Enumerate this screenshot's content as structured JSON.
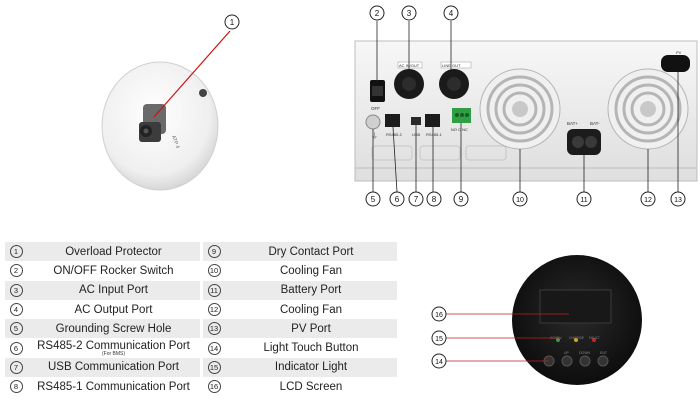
{
  "photo_callouts": [
    "1",
    "2",
    "3",
    "4",
    "5",
    "6",
    "7",
    "8",
    "9",
    "10",
    "11",
    "12",
    "13",
    "14",
    "15",
    "16"
  ],
  "panel_labels": {
    "off": "OFF",
    "ac_in": "AC IN/OUT",
    "ac_out": "LINE OUT",
    "rs485_2": "RS485-2",
    "usb": "USB",
    "rs485_1": "RS485-1",
    "dry": "NO C NC",
    "bat_plus": "BAT+",
    "bat_minus": "BAT-",
    "pv": "PV"
  },
  "front_labels": {
    "indicators": [
      "AC/INV",
      "CHARGE",
      "FAULT"
    ],
    "buttons": [
      "UP",
      "DOWN",
      "ENT"
    ]
  },
  "legend": [
    {
      "n1": "1",
      "t1": "Overload Protector",
      "n2": "9",
      "t2": "Dry Contact Port"
    },
    {
      "n1": "2",
      "t1": "ON/OFF Rocker Switch",
      "n2": "10",
      "t2": "Cooling Fan"
    },
    {
      "n1": "3",
      "t1": "AC Input Port",
      "n2": "11",
      "t2": "Battery Port"
    },
    {
      "n1": "4",
      "t1": "AC Output Port",
      "n2": "12",
      "t2": "Cooling Fan"
    },
    {
      "n1": "5",
      "t1": "Grounding Screw Hole",
      "n2": "13",
      "t2": "PV Port"
    },
    {
      "n1": "6",
      "t1": "RS485-2 Communication Port",
      "sub1": "(For BMS)",
      "n2": "14",
      "t2": "Light Touch Button"
    },
    {
      "n1": "7",
      "t1": "USB Communication Port",
      "n2": "15",
      "t2": "Indicator Light"
    },
    {
      "n1": "8",
      "t1": "RS485-1 Communication Port",
      "n2": "16",
      "t2": "LCD Screen"
    }
  ]
}
